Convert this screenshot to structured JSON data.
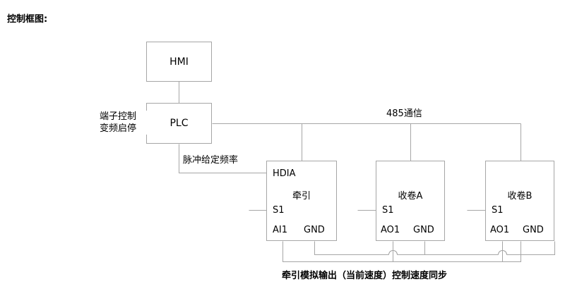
{
  "title": "控制框图:",
  "colors": {
    "wire": "#a6a6a6",
    "box_border": "#a6a6a6",
    "background": "#ffffff",
    "text": "#000000"
  },
  "diagram": {
    "nodes": [
      {
        "id": "hmi",
        "label": "HMI"
      },
      {
        "id": "plc",
        "label": "PLC"
      },
      {
        "id": "drive_traction",
        "title": "牵引",
        "top_terminal": "HDIA",
        "side_terminal": "S1",
        "bottom_terminals": [
          "AI1",
          "GND"
        ]
      },
      {
        "id": "drive_winder_a",
        "title": "收卷A",
        "top_terminal": "",
        "side_terminal": "S1",
        "bottom_terminals": [
          "AO1",
          "GND"
        ]
      },
      {
        "id": "drive_winder_b",
        "title": "收卷B",
        "top_terminal": "",
        "side_terminal": "S1",
        "bottom_terminals": [
          "AO1",
          "GND"
        ]
      }
    ],
    "wire_labels": {
      "terminal_control_line1": "端子控制",
      "terminal_control_line2": "变频启停",
      "pulse_frequency": "脉冲给定频率",
      "rs485": "485通信"
    },
    "caption": "牵引模拟输出（当前速度）控制速度同步"
  }
}
